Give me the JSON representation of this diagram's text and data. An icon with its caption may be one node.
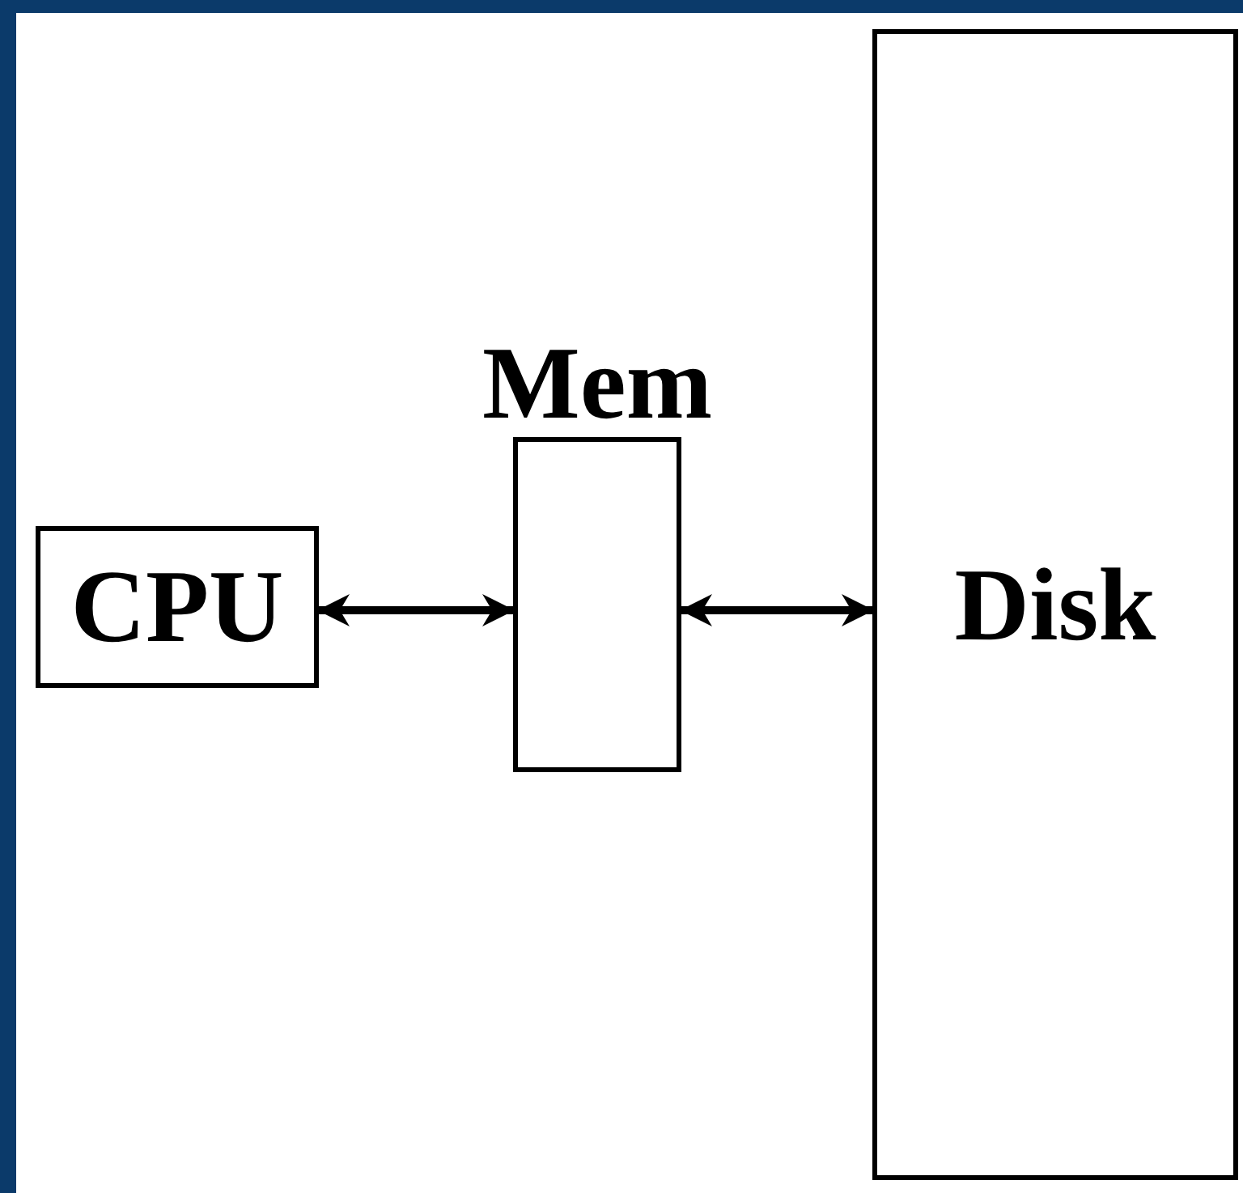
{
  "diagram": {
    "nodes": [
      {
        "text": [
          "CPU"
        ]
      },
      {
        "text": [
          "Mem"
        ]
      },
      {
        "text": [
          "Disk"
        ]
      }
    ],
    "edges": [
      {
        "from": 0,
        "to": 1,
        "arrow": "both"
      },
      {
        "from": 1,
        "to": 2,
        "arrow": "both"
      }
    ]
  }
}
